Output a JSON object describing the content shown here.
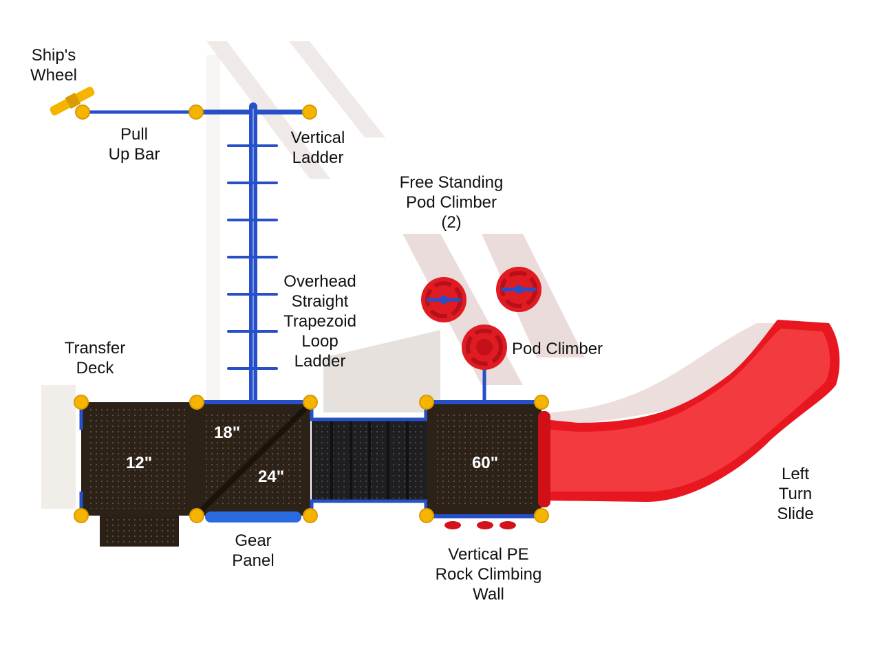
{
  "diagram": {
    "type": "playground-plan-top-view",
    "colors": {
      "deck": "#2d2218",
      "post_cap": "#f4b400",
      "pipe": "#2750c8",
      "slide": "#e8171f",
      "pod": "#e01b22",
      "shadow": "#e6e0dc"
    },
    "labels": {
      "ships_wheel": "Ship's\nWheel",
      "pull_up_bar": "Pull\nUp Bar",
      "vertical_ladder": "Vertical\nLadder",
      "free_standing_pod": "Free Standing\nPod Climber\n(2)",
      "overhead_ladder": "Overhead\nStraight\nTrapezoid\nLoop\nLadder",
      "transfer_deck": "Transfer\nDeck",
      "pod_climber": "Pod Climber",
      "left_turn_slide": "Left\nTurn\nSlide",
      "gear_panel": "Gear\nPanel",
      "rock_wall": "Vertical PE\nRock Climbing\nWall"
    },
    "deck_heights": {
      "transfer": "12\"",
      "upper_left": "18\"",
      "lower_right": "24\"",
      "main": "60\""
    }
  }
}
